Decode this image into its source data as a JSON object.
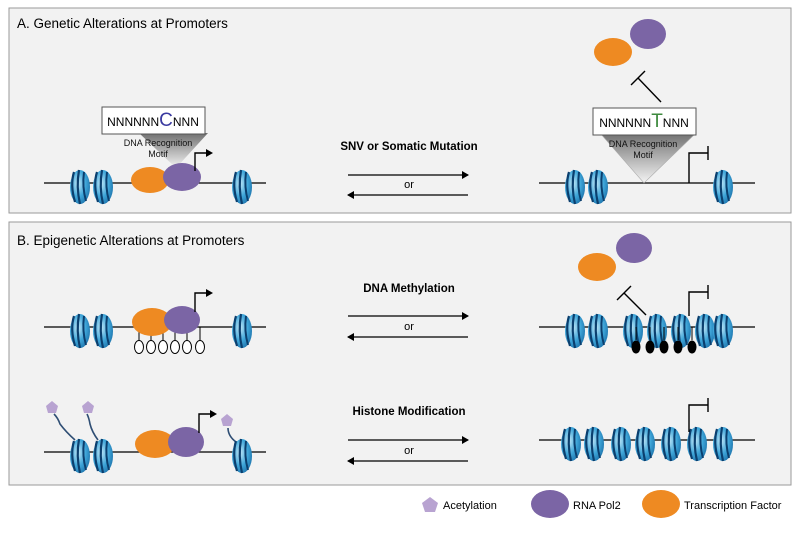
{
  "panel_a": {
    "title": "A. Genetic Alterations at Promoters",
    "motif_left": {
      "prefix": "NNNNNN",
      "base": "C",
      "suffix": "NNN",
      "label_line1": "DNA Recognition",
      "label_line2": "Motif"
    },
    "motif_right": {
      "prefix": "NNNNNN",
      "base": "T",
      "suffix": "NNN",
      "label_line1": "DNA Recognition",
      "label_line2": "Motif"
    },
    "arrow_label": "SNV or Somatic Mutation",
    "or_label": "or"
  },
  "panel_b": {
    "title": "B. Epigenetic Alterations at Promoters",
    "row1_label": "DNA Methylation",
    "row1_or": "or",
    "row2_label": "Histone Modification",
    "row2_or": "or"
  },
  "legend": {
    "items": [
      {
        "label": "Acetylation",
        "icon": "pentagon-icon"
      },
      {
        "label": "RNA Pol2",
        "icon": "purple-ellipse-icon"
      },
      {
        "label": "Transcription Factor",
        "icon": "orange-ellipse-icon"
      }
    ]
  },
  "colors": {
    "panel_bg": "#f2f2f2",
    "panel_border": "#9a9a9a",
    "tf_orange": "#ee8a22",
    "pol2_purple": "#7b65a5",
    "nucleosome_blue": "#3fa6d9",
    "nucleosome_dark": "#0b3f6e",
    "acetyl": "#b8a3d1",
    "snv_c": "#3a3aa0",
    "snv_t": "#3e8a3e"
  }
}
